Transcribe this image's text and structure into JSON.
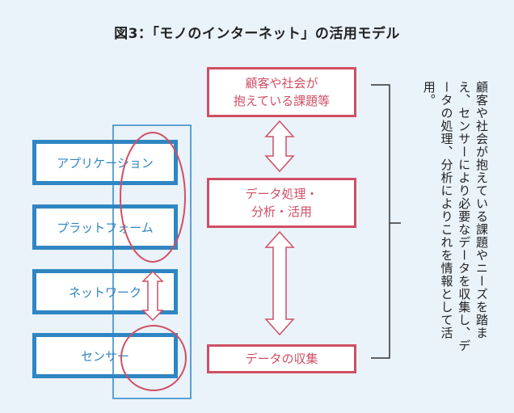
{
  "title": "図3：「モノのインターネット」の活用モデル",
  "layers": [
    {
      "label": "アプリケーション"
    },
    {
      "label": "プラットフォーム"
    },
    {
      "label": "ネットワーク"
    },
    {
      "label": "センサー"
    }
  ],
  "steps": {
    "top": {
      "line1": "顧客や社会が",
      "line2": "抱えている課題等"
    },
    "middle": {
      "line1": "データ処理・",
      "line2": "分析・活用"
    },
    "bottom": {
      "line1": "データの収集"
    }
  },
  "description": "顧客や社会が抱えている課題やニーズを踏まえ、センサーにより必要なデータを収集し、データの処理、分析によりこれを情報として活用。",
  "colors": {
    "blue": "#2f86c3",
    "red": "#cf4f64",
    "background": "#eaf2fa"
  }
}
